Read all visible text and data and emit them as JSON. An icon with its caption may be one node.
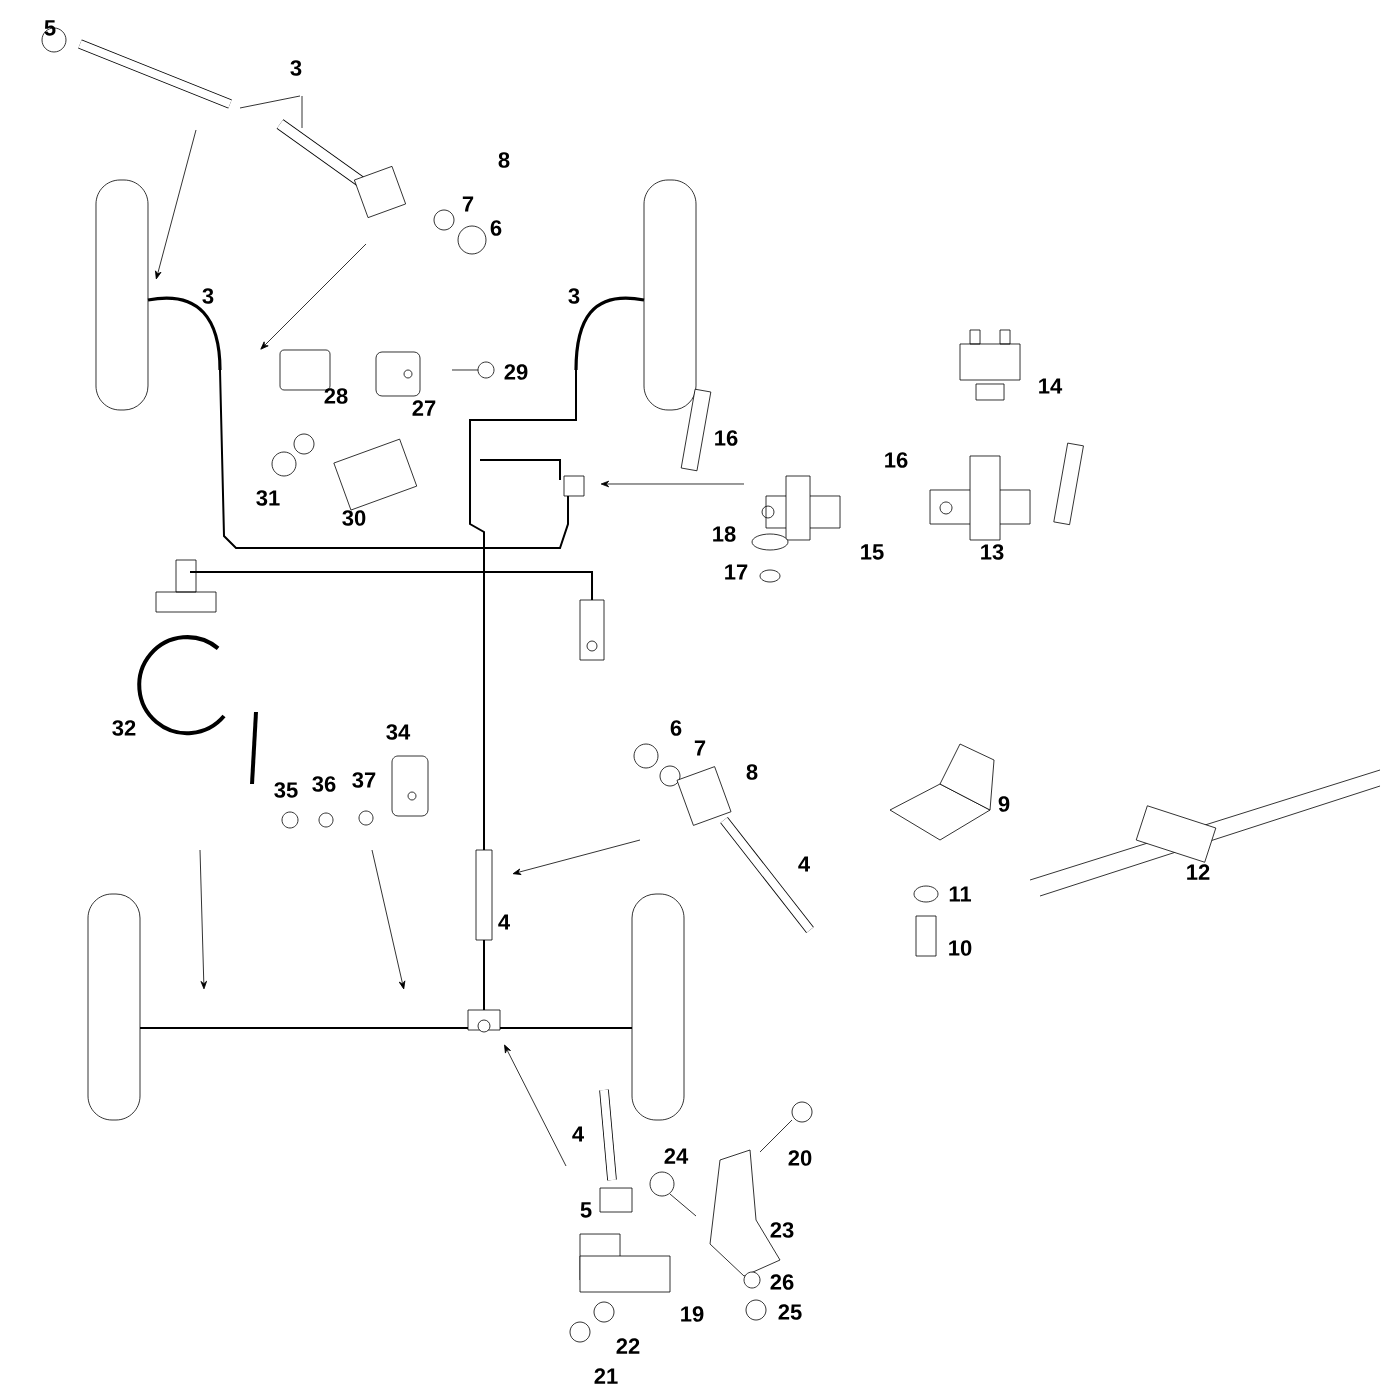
{
  "diagram": {
    "labels": [
      "5",
      "3",
      "8",
      "7",
      "6",
      "3",
      "3",
      "28",
      "27",
      "29",
      "14",
      "16",
      "16",
      "31",
      "30",
      "18",
      "15",
      "13",
      "17",
      "32",
      "34",
      "6",
      "7",
      "8",
      "35",
      "36",
      "37",
      "9",
      "4",
      "11",
      "12",
      "10",
      "4",
      "4",
      "24",
      "20",
      "5",
      "23",
      "26",
      "19",
      "25",
      "22",
      "21"
    ]
  }
}
